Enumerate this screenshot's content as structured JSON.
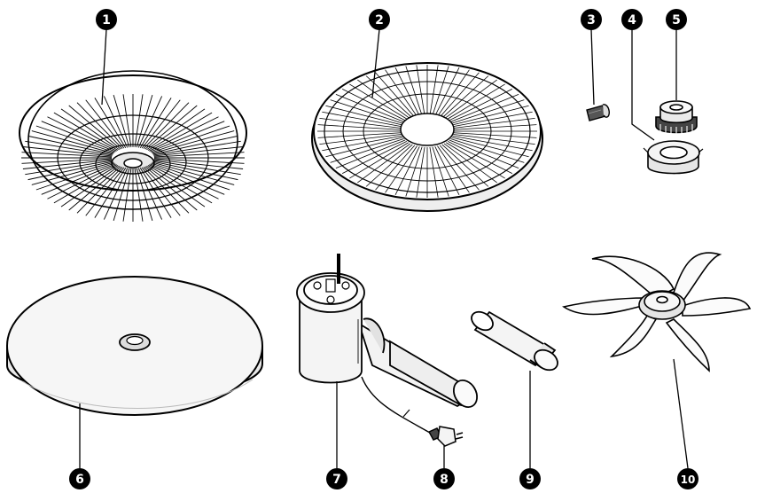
{
  "parts": [
    {
      "id": "1",
      "label": "1",
      "icon": "rear-grille-basket-icon"
    },
    {
      "id": "2",
      "label": "2",
      "icon": "front-grille-icon"
    },
    {
      "id": "3",
      "label": "3",
      "icon": "screw-icon"
    },
    {
      "id": "4",
      "label": "4",
      "icon": "grille-nut-icon"
    },
    {
      "id": "5",
      "label": "5",
      "icon": "blade-spinner-cap-icon"
    },
    {
      "id": "6",
      "label": "6",
      "icon": "base-plate-icon"
    },
    {
      "id": "7",
      "label": "7",
      "icon": "motor-housing-icon"
    },
    {
      "id": "8",
      "label": "8",
      "icon": "power-plug-icon"
    },
    {
      "id": "9",
      "label": "9",
      "icon": "extension-pole-icon"
    },
    {
      "id": "10",
      "label": "10",
      "icon": "fan-blade-icon"
    }
  ],
  "colors": {
    "line": "#000000",
    "fill_light": "#f2f2f2",
    "fill_mid": "#e0e0e0",
    "badge": "#000000",
    "badge_text": "#ffffff"
  }
}
